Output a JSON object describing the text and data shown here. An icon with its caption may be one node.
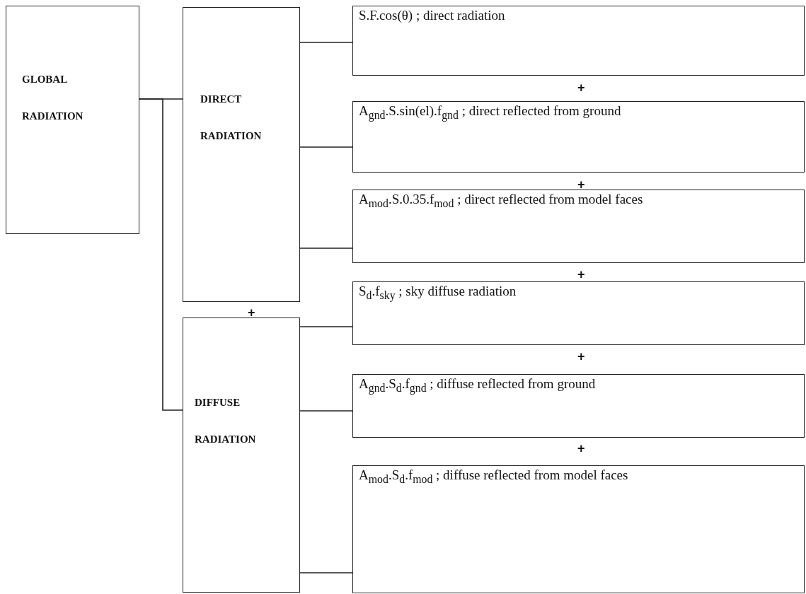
{
  "diagram": {
    "nodes": [
      {
        "text": [
          "GLOBAL RADIATION"
        ]
      },
      {
        "text": [
          "DIRECT RADIATION"
        ]
      },
      {
        "text": [
          "DIFFUSE RADIATION"
        ]
      },
      {
        "text": [
          "S.F.cos(θ) ; direct radiation"
        ]
      },
      {
        "text": [
          "A$_{gnd}$.S.sin(el).f$_{gnd}$ ; direct reflected from ground"
        ]
      },
      {
        "text": [
          "A$_{mod}$.S.0.35.f$_{mod}$ ; direct reflected from model faces"
        ]
      },
      {
        "text": [
          "S$_{d}$.f$_{sky}$ ; sky diffuse radiation"
        ]
      },
      {
        "text": [
          "A$_{gnd}$.S$_{d}$.f$_{gnd}$ ; diffuse reflected from ground"
        ]
      },
      {
        "text": [
          "A$_{mod}$.S$_{d}$.f$_{mod}$ ; diffuse reflected from model faces"
        ]
      }
    ],
    "edges": [
      {
        "from": 0,
        "to": 1,
        "arrow": "none"
      },
      {
        "from": 0,
        "to": 2,
        "arrow": "none"
      },
      {
        "from": 1,
        "to": 3,
        "arrow": "none"
      },
      {
        "from": 1,
        "to": 4,
        "arrow": "none"
      },
      {
        "from": 1,
        "to": 5,
        "arrow": "none"
      },
      {
        "from": 2,
        "to": 6,
        "arrow": "none"
      },
      {
        "from": 2,
        "to": 7,
        "arrow": "none"
      },
      {
        "from": 2,
        "to": 8,
        "arrow": "none"
      }
    ],
    "labels": [
      "+",
      "+",
      "+",
      "+",
      "+",
      "+"
    ]
  }
}
